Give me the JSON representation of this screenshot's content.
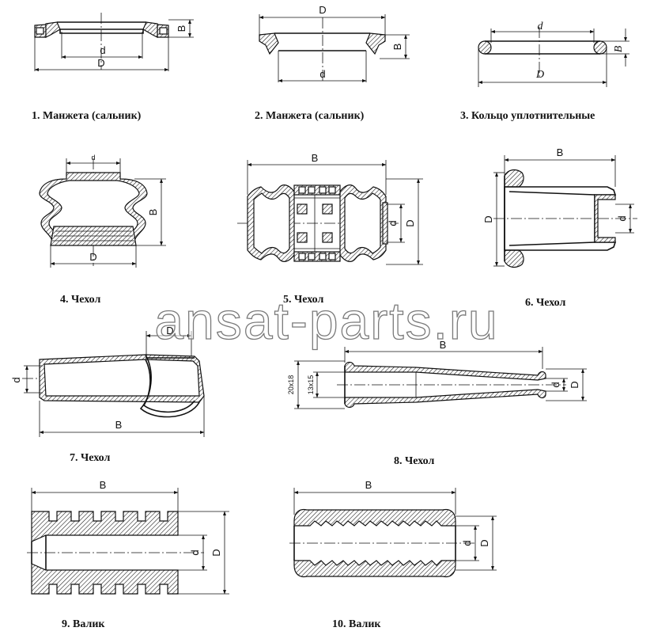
{
  "figures": [
    {
      "caption": "1. Манжета  (сальник)",
      "labels": {
        "B": "B",
        "d": "d",
        "D": "D"
      }
    },
    {
      "caption": "2. Манжета  (сальник)",
      "labels": {
        "D": "D",
        "B": "B",
        "d": "d"
      }
    },
    {
      "caption": "3. Кольцо уплотнительные",
      "labels": {
        "d": "d",
        "B": "B",
        "D": "D"
      }
    },
    {
      "caption": "4. Чехол",
      "labels": {
        "d": "d",
        "B": "B",
        "D": "D"
      }
    },
    {
      "caption": "5. Чехол",
      "labels": {
        "B": "B",
        "d": "d",
        "D": "D"
      }
    },
    {
      "caption": "6. Чехол",
      "labels": {
        "B": "B",
        "D": "D",
        "d": "d"
      }
    },
    {
      "caption": "7. Чехол",
      "labels": {
        "D": "D",
        "d": "d",
        "B": "B"
      }
    },
    {
      "caption": "8. Чехол",
      "labels": {
        "B": "B",
        "size_outer": "20x18",
        "size_inner": "13x15",
        "d": "d",
        "D": "D"
      }
    },
    {
      "caption": "9. Валик",
      "labels": {
        "B": "B",
        "d": "d",
        "D": "D"
      }
    },
    {
      "caption": "10. Валик",
      "labels": {
        "B": "B",
        "d": "d",
        "D": "D"
      }
    }
  ],
  "watermark": "ansat-parts.ru"
}
